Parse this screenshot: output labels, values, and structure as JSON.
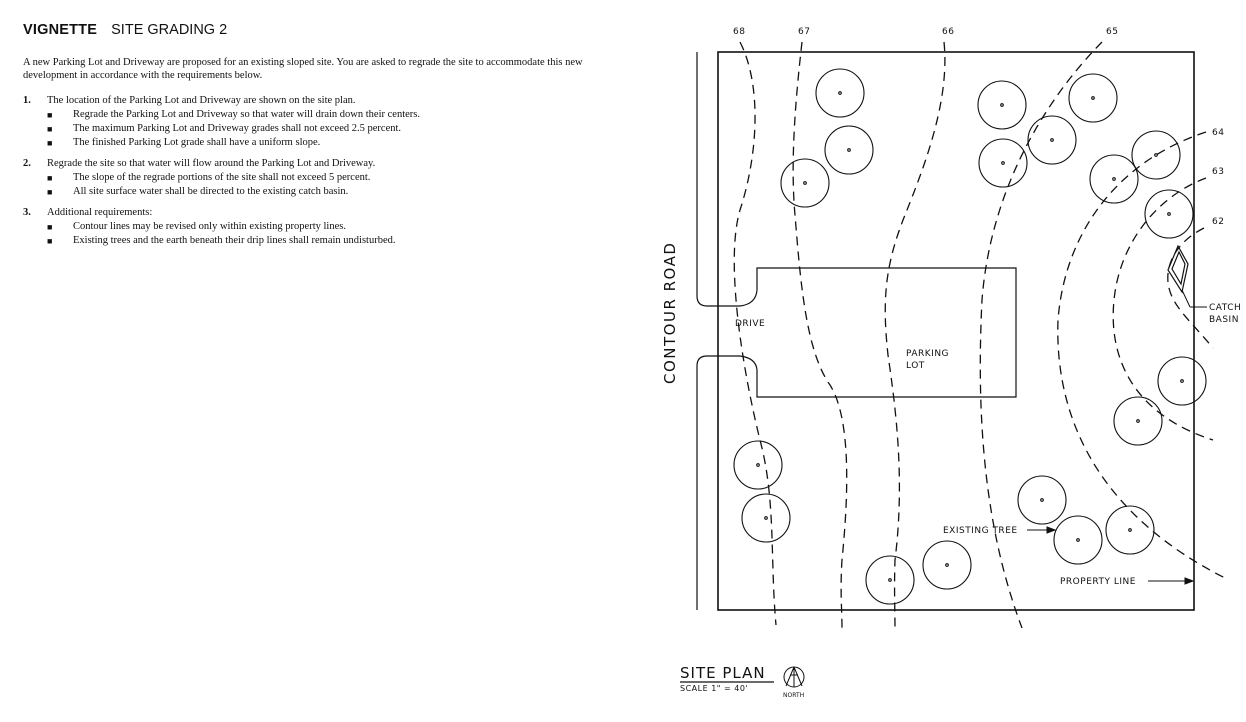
{
  "header": {
    "vignette": "VIGNETTE",
    "title": "SITE GRADING 2"
  },
  "intro": "A new Parking Lot and Driveway are proposed for an existing sloped site. You are asked to regrade the site to accommodate this new development in accordance with the requirements below.",
  "requirements": [
    {
      "num": "1.",
      "text": "The location of the Parking Lot and Driveway are shown on the site plan.",
      "bullets": [
        "Regrade the Parking Lot and Driveway so that water will drain down their centers.",
        "The maximum Parking Lot and Driveway grades shall not exceed 2.5 percent.",
        "The finished Parking Lot grade shall have a uniform slope."
      ]
    },
    {
      "num": "2.",
      "text": "Regrade the site so that water will flow around the Parking Lot and Driveway.",
      "bullets": [
        "The slope of the regrade portions of the site shall not exceed 5 percent.",
        "All site surface water shall be directed to the existing catch basin."
      ]
    },
    {
      "num": "3.",
      "text": "Additional requirements:",
      "bullets": [
        "Contour lines may be revised only within existing property lines.",
        "Existing trees and the earth beneath their drip lines shall remain undisturbed."
      ]
    }
  ],
  "plan": {
    "road_label": "CONTOUR ROAD",
    "contour_labels": [
      "68",
      "67",
      "66",
      "65",
      "64",
      "63",
      "62"
    ],
    "drive_label": "DRIVE",
    "parking_label_1": "PARKING",
    "parking_label_2": "LOT",
    "catch_label_1": "CATCH",
    "catch_label_2": "BASIN",
    "tree_label": "EXISTING TREE",
    "property_label": "PROPERTY LINE",
    "title": "SITE PLAN",
    "scale": "SCALE 1\" = 40'",
    "north": "NORTH"
  }
}
